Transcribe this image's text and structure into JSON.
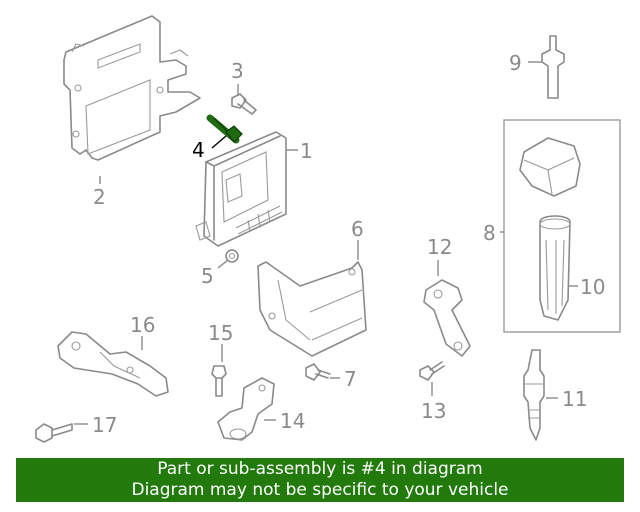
{
  "callouts": {
    "c1": "1",
    "c2": "2",
    "c3": "3",
    "c4": "4",
    "c5": "5",
    "c6": "6",
    "c7": "7",
    "c8": "8",
    "c9": "9",
    "c10": "10",
    "c11": "11",
    "c12": "12",
    "c13": "13",
    "c14": "14",
    "c15": "15",
    "c16": "16",
    "c17": "17"
  },
  "highlighted_part": "4",
  "colors": {
    "highlight_part": "#1f6b12",
    "banner_bg": "#217a0b",
    "line": "#8a8a8a"
  },
  "banner": {
    "line1": "Part or sub-assembly is #4 in diagram",
    "line2": "Diagram may not be specific to your vehicle"
  }
}
